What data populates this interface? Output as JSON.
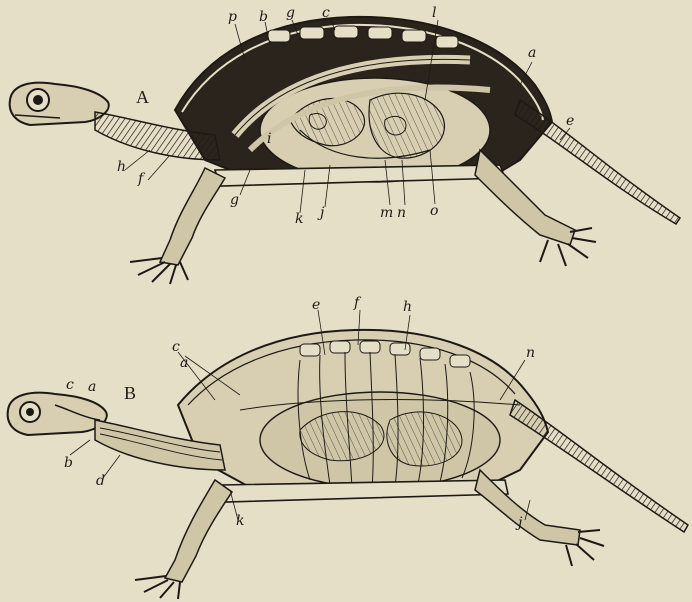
{
  "figures": [
    {
      "letter": "A",
      "labels": [
        "p",
        "b",
        "g",
        "c",
        "l",
        "a",
        "e",
        "h",
        "f",
        "g",
        "i",
        "k",
        "j",
        "m",
        "n",
        "o"
      ]
    },
    {
      "letter": "B",
      "labels": [
        "e",
        "f",
        "h",
        "c",
        "a",
        "n",
        "b",
        "d",
        "k",
        "j",
        "c",
        "a"
      ]
    }
  ],
  "colors": {
    "paper": "#e6dfc7",
    "ink": "#1d1a14"
  }
}
